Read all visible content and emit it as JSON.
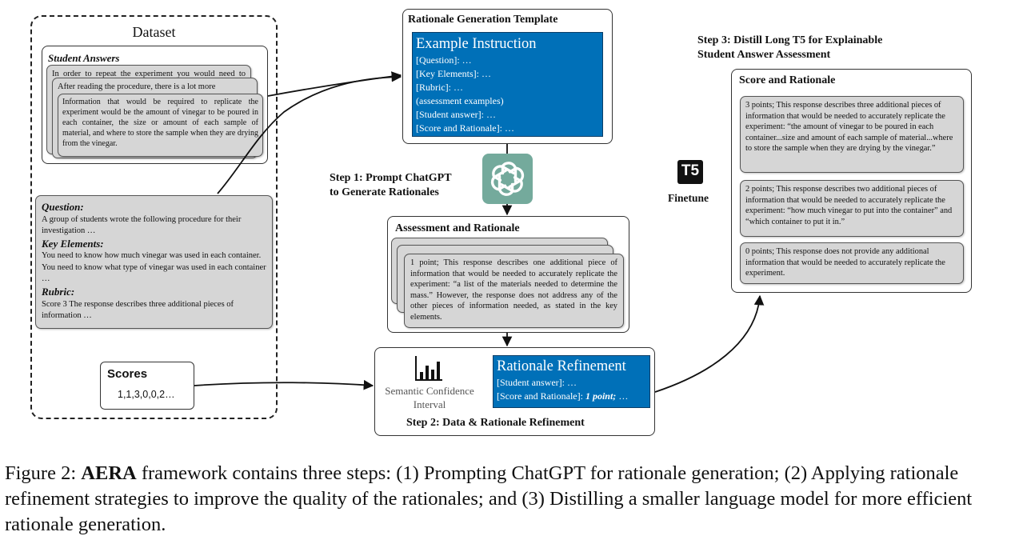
{
  "dataset": {
    "title": "Dataset",
    "student_answers": {
      "heading": "Student Answers",
      "card1": "In order to repeat the experiment you would need to know",
      "card2": "After reading the procedure, there is a lot more",
      "card3": "Information that would be required to replicate the experiment would be the amount of vinegar to be poured in each container, the size or amount of each sample of material, and where to store the sample when they are drying from the vinegar."
    },
    "prompt_card": {
      "question_label": "Question:",
      "question_text": "A group of students wrote the following procedure for their investigation …",
      "key_elements_label": "Key Elements:",
      "key_element_1": "You need to know how much vinegar was used in each container.",
      "key_element_2": "You need to know what type of vinegar was used in each container …",
      "rubric_label": "Rubric:",
      "rubric_text": "Score 3 The response describes three additional pieces of information …"
    },
    "scores": {
      "title": "Scores",
      "values": "1,1,3,0,0,2…"
    }
  },
  "template": {
    "title": "Rationale Generation Template",
    "box_title": "Example Instruction",
    "lines": [
      "[Question]: …",
      "[Key Elements]: …",
      "[Rubric]: …",
      "(assessment examples)",
      "[Student answer]: …",
      "[Score and Rationale]: …"
    ]
  },
  "step1": {
    "line1": "Step 1: Prompt ChatGPT",
    "line2": "to Generate Rationales"
  },
  "assessment": {
    "title": "Assessment and Rationale",
    "card_text": "1 point; This response describes one additional piece of information that would be needed to accurately replicate the experiment: “a list of the materials needed to determine the mass.” However, the response does not address any of the other pieces of information needed, as stated in the key elements."
  },
  "refinement": {
    "sci_label": "Semantic Confidence Interval",
    "box_title": "Rationale Refinement",
    "line1": "[Student answer]: …",
    "line2_prefix": "[Score and Rationale]: ",
    "line2_emph": "1 point;",
    "line2_suffix": " …",
    "step2": "Step 2: Data & Rationale Refinement"
  },
  "t5": {
    "logo": "T5",
    "label": "Finetune"
  },
  "step3": {
    "line1": "Step 3: Distill Long T5 for Explainable",
    "line2": "Student Answer Assessment",
    "panel_title": "Score and Rationale",
    "cards": [
      "3 points; This response describes three additional pieces of information that would be needed to accurately replicate the experiment: “the amount of vinegar to be poured in each container...size and amount of each sample of material...where to store the sample when they are drying by the vinegar.”",
      "2 points; This response describes two additional pieces of information that would be needed to accurately replicate the experiment: “how much vinegar to put into the container” and “which container to put it in.”",
      "0 points; This response does not provide any additional information that would be needed to accurately replicate the experiment."
    ]
  },
  "caption": {
    "prefix": "Figure 2: ",
    "bold": "AERA",
    "rest": " framework contains three steps: (1) Prompting ChatGPT for rationale generation; (2) Applying rationale refinement strategies to improve the quality of the rationales; and (3) Distilling a smaller language model for more efficient rationale generation."
  }
}
